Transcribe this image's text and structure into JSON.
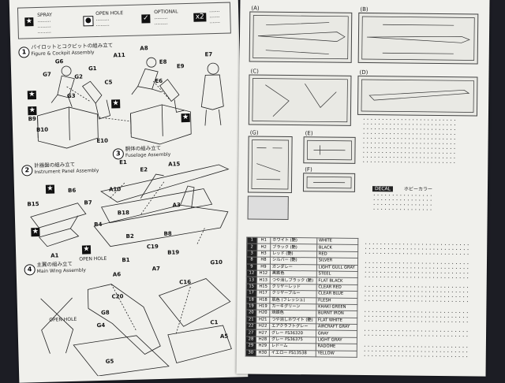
{
  "left": {
    "header": {
      "legend_lines": [
        "SPRAY",
        "OPEN HOLE",
        "OPTIONAL",
        "x2"
      ]
    },
    "steps": [
      {
        "num": "1",
        "jp": "パイロットとコクピットの組み立て",
        "en": "Figure & Cockpit Assembly"
      },
      {
        "num": "2",
        "jp": "計器盤の組み立て",
        "en": "Instrument Panel Assembly"
      },
      {
        "num": "3",
        "jp": "胴体の組み立て",
        "en": "Fuselage Assembly"
      },
      {
        "num": "4",
        "jp": "主翼の組み立て",
        "en": "Main Wing Assembly"
      }
    ],
    "part_labels": [
      "G6",
      "G7",
      "G2",
      "C5",
      "A8",
      "A11",
      "E8",
      "E6",
      "E9",
      "E7",
      "G1",
      "G3",
      "B9",
      "B10",
      "E10",
      "E1",
      "E2",
      "A15",
      "A10",
      "B15",
      "B6",
      "B7",
      "B4",
      "B18",
      "A3",
      "B2",
      "B8",
      "C19",
      "B19",
      "B1",
      "A1",
      "A6",
      "A7",
      "G10",
      "C20",
      "C16",
      "G8",
      "G4",
      "G5",
      "C1",
      "A5"
    ],
    "notes": [
      "OPEN HOLE",
      "OPEN HOLE"
    ]
  },
  "right": {
    "sprues": [
      {
        "letter": "A"
      },
      {
        "letter": "B"
      },
      {
        "letter": "C"
      },
      {
        "letter": "D"
      },
      {
        "letter": "E"
      },
      {
        "letter": "F"
      },
      {
        "letter": "G"
      }
    ],
    "notes": {
      "decal_title": "DECAL",
      "hobby_label": "ホビーカラー"
    },
    "color_table": [
      {
        "n": "1",
        "h": "H1",
        "jp": "ホワイト (艶)",
        "en": "WHITE"
      },
      {
        "n": "2",
        "h": "H2",
        "jp": "ブラック (艶)",
        "en": "BLACK"
      },
      {
        "n": "3",
        "h": "H3",
        "jp": "レッド (艶)",
        "en": "RED"
      },
      {
        "n": "8",
        "h": "H8",
        "jp": "シルバー (艶)",
        "en": "SILVER"
      },
      {
        "n": "9",
        "h": "H9",
        "jp": "ガンダレー",
        "en": "LIGHT GULL GRAY"
      },
      {
        "n": "12",
        "h": "H12",
        "jp": "黒鉄色",
        "en": "STEEL"
      },
      {
        "n": "13",
        "h": "H13",
        "jp": "つや消しブラック (艶)",
        "en": "FLAT BLACK"
      },
      {
        "n": "15",
        "h": "H15",
        "jp": "クリヤーレッド",
        "en": "CLEAR RED"
      },
      {
        "n": "17",
        "h": "H17",
        "jp": "クリヤーブルー",
        "en": "CLEAR BLUE"
      },
      {
        "n": "18",
        "h": "H18",
        "jp": "肌色 (フレッシュ)",
        "en": "FLESH"
      },
      {
        "n": "19",
        "h": "H19",
        "jp": "カーキグリーン",
        "en": "KHAKI GREEN"
      },
      {
        "n": "20",
        "h": "H20",
        "jp": "焼鉄色",
        "en": "BURNT IRON"
      },
      {
        "n": "21",
        "h": "H21",
        "jp": "つや消しホワイト (艶)",
        "en": "FLAT WHITE"
      },
      {
        "n": "22",
        "h": "H22",
        "jp": "エアクラフトグレー",
        "en": "AIRCRAFT GRAY"
      },
      {
        "n": "27",
        "h": "H27",
        "jp": "グレー FS36320",
        "en": "GRAY"
      },
      {
        "n": "28",
        "h": "H28",
        "jp": "グレー FS36375",
        "en": "LIGHT GRAY"
      },
      {
        "n": "29",
        "h": "H29",
        "jp": "レドーム",
        "en": "RADOME"
      },
      {
        "n": "30",
        "h": "H30",
        "jp": "イエロー FS13538",
        "en": "YELLOW"
      }
    ]
  }
}
